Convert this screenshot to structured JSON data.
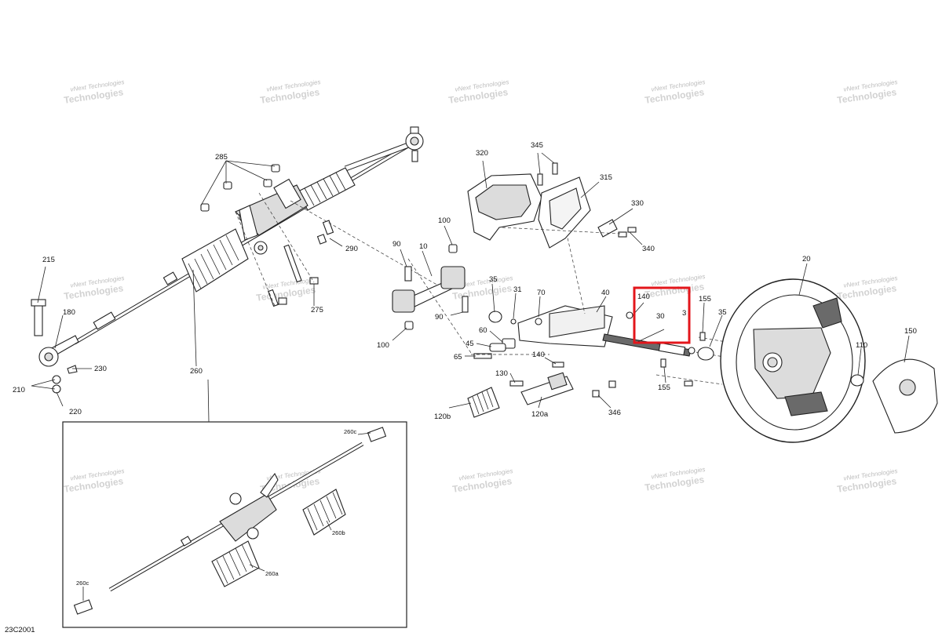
{
  "figure_id": "23C2001",
  "watermark": {
    "line1": "vNext Technologies",
    "line2": "Technologies"
  },
  "callouts": {
    "c10": "10",
    "c20": "20",
    "c30": "30",
    "c3": "3",
    "c31": "31",
    "c35a": "35",
    "c35b": "35",
    "c40": "40",
    "c45": "45",
    "c60": "60",
    "c65": "65",
    "c70": "70",
    "c90a": "90",
    "c90b": "90",
    "c100a": "100",
    "c100b": "100",
    "c110": "110",
    "c120b": "120b",
    "c120a": "120a",
    "c130": "130",
    "c140a": "140",
    "c140b": "140",
    "c150": "150",
    "c155a": "155",
    "c155b": "155",
    "c180": "180",
    "c210": "210",
    "c215": "215",
    "c220": "220",
    "c230": "230",
    "c260": "260",
    "c260a": "260a",
    "c260b": "260b",
    "c260c1": "260c",
    "c260c2": "260c",
    "c275": "275",
    "c285": "285",
    "c290": "290",
    "c315": "315",
    "c320": "320",
    "c330": "330",
    "c340": "340",
    "c345": "345",
    "c346": "346"
  },
  "highlight_color": "#e3161b"
}
